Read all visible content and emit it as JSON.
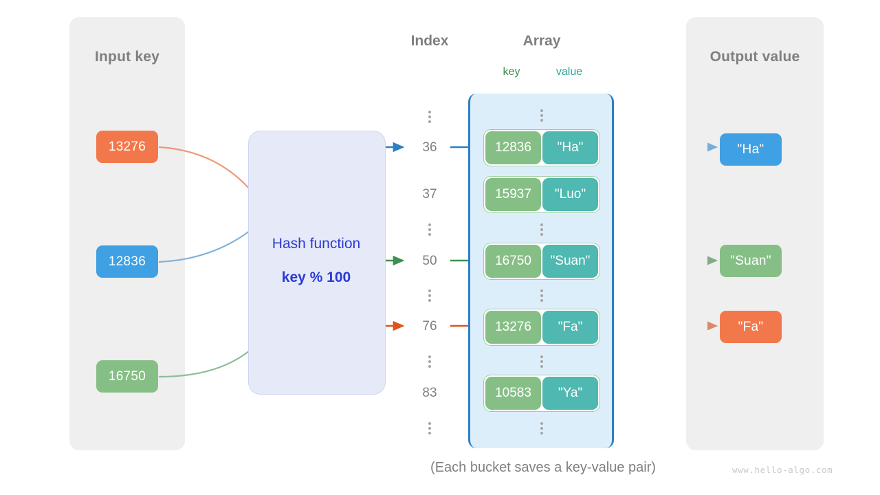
{
  "panels": {
    "input": {
      "title": "Input key"
    },
    "output": {
      "title": "Output value"
    }
  },
  "headings": {
    "index": "Index",
    "array": "Array",
    "key": "key",
    "value": "value"
  },
  "hash": {
    "label": "Hash function",
    "formula": "key % 100"
  },
  "input_keys": [
    {
      "text": "13276",
      "color": "#f2784b"
    },
    {
      "text": "12836",
      "color": "#3fa0e3"
    },
    {
      "text": "16750",
      "color": "#86bf86"
    }
  ],
  "output_values": [
    {
      "text": "\"Ha\"",
      "color": "#3fa0e3"
    },
    {
      "text": "\"Suan\"",
      "color": "#86bf86"
    },
    {
      "text": "\"Fa\"",
      "color": "#f2784b"
    }
  ],
  "index_column": [
    {
      "kind": "dots"
    },
    {
      "kind": "num",
      "text": "36"
    },
    {
      "kind": "num",
      "text": "37"
    },
    {
      "kind": "dots"
    },
    {
      "kind": "num",
      "text": "50"
    },
    {
      "kind": "dots"
    },
    {
      "kind": "num",
      "text": "76"
    },
    {
      "kind": "dots"
    },
    {
      "kind": "num",
      "text": "83"
    },
    {
      "kind": "dots"
    }
  ],
  "buckets": [
    {
      "key": "12836",
      "value": "\"Ha\""
    },
    {
      "key": "15937",
      "value": "\"Luo\""
    },
    {
      "key": "16750",
      "value": "\"Suan\""
    },
    {
      "key": "13276",
      "value": "\"Fa\""
    },
    {
      "key": "10583",
      "value": "\"Ya\""
    }
  ],
  "caption": "(Each bucket saves a key-value pair)",
  "watermark": "www.hello-algo.com",
  "colors": {
    "orange": "#f2784b",
    "blue": "#3fa0e3",
    "green": "#86bf86",
    "teal": "#4fb8b0",
    "panel_gray": "#efefef",
    "hash_bg": "#e6eaf8",
    "hash_text": "#2a3ad4",
    "array_bg": "#ddeefb",
    "array_border": "#2c7fc4",
    "heading_gray": "#7f7f7f"
  }
}
